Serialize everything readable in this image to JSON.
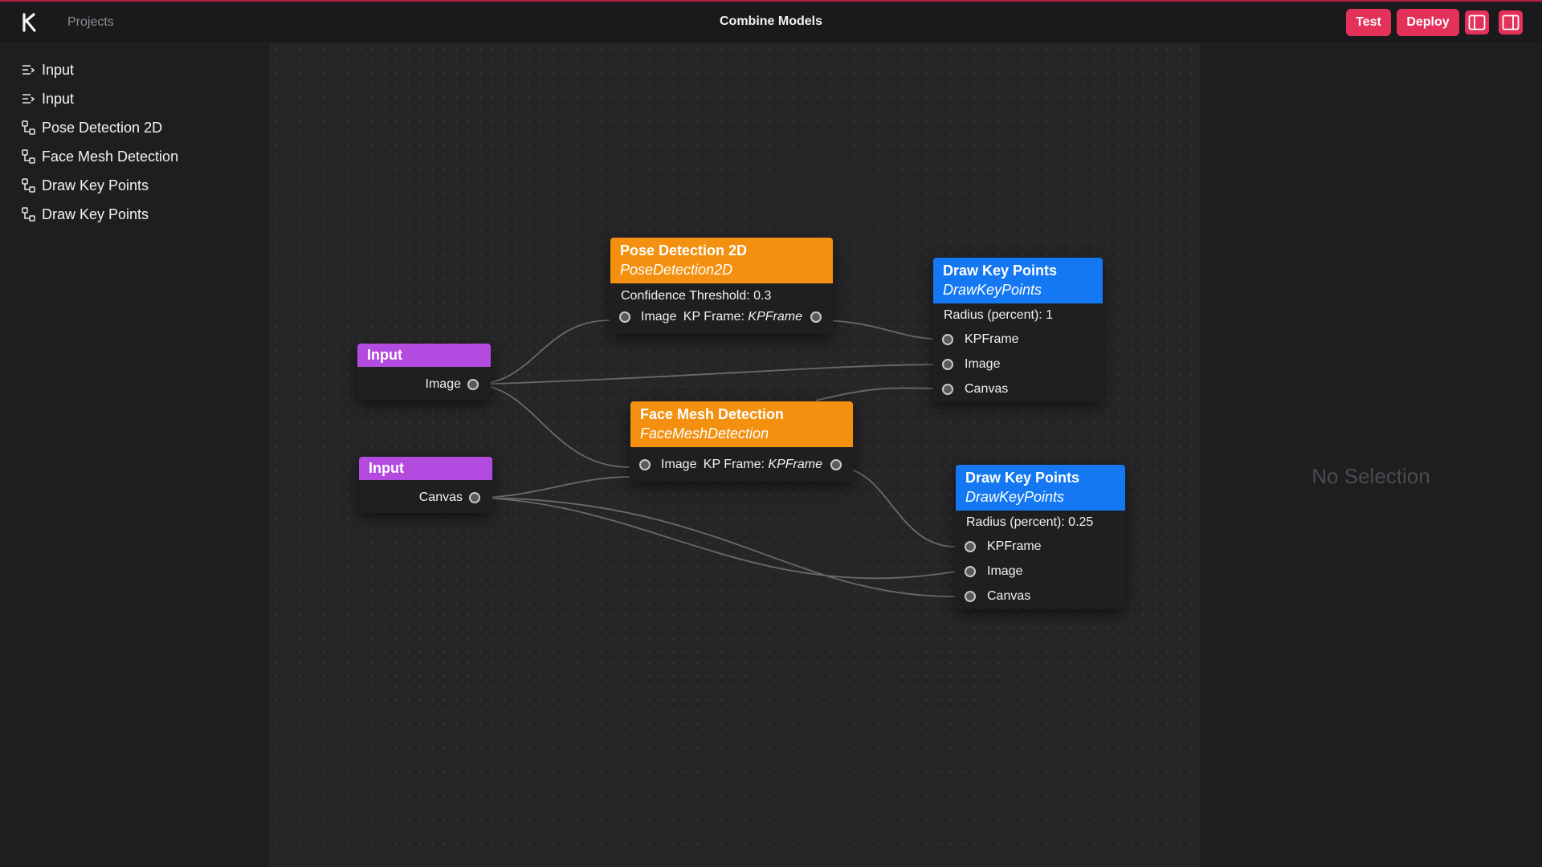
{
  "header": {
    "logo": "K",
    "projects_label": "Projects",
    "title": "Combine Models",
    "test_label": "Test",
    "deploy_label": "Deploy",
    "layout_left_icon": "left-panel-toggle-icon",
    "layout_right_icon": "right-panel-toggle-icon"
  },
  "sidebar": {
    "items": [
      {
        "label": "Input",
        "icon": "input-icon"
      },
      {
        "label": "Input",
        "icon": "input-icon"
      },
      {
        "label": "Pose Detection 2D",
        "icon": "model-node-icon"
      },
      {
        "label": "Face Mesh Detection",
        "icon": "model-node-icon"
      },
      {
        "label": "Draw Key Points",
        "icon": "model-node-icon"
      },
      {
        "label": "Draw Key Points",
        "icon": "model-node-icon"
      }
    ]
  },
  "nodes": {
    "input1": {
      "title": "Input",
      "output": "Image",
      "color": "#b44be0"
    },
    "input2": {
      "title": "Input",
      "output": "Canvas",
      "color": "#b44be0"
    },
    "pose": {
      "title": "Pose Detection 2D",
      "type": "PoseDetection2D",
      "property": "Confidence Threshold: 0.3",
      "input": "Image",
      "output_prefix": "KP Frame: ",
      "output_type": "KPFrame",
      "color": "#f3900f"
    },
    "face": {
      "title": "Face Mesh Detection",
      "type": "FaceMeshDetection",
      "input": "Image",
      "output_prefix": "KP Frame: ",
      "output_type": "KPFrame",
      "color": "#f3900f"
    },
    "draw1": {
      "title": "Draw Key Points",
      "type": "DrawKeyPoints",
      "property": "Radius (percent): 1",
      "inputs": [
        "KPFrame",
        "Image",
        "Canvas"
      ],
      "color": "#1478f2"
    },
    "draw2": {
      "title": "Draw Key Points",
      "type": "DrawKeyPoints",
      "property": "Radius (percent): 0.25",
      "inputs": [
        "KPFrame",
        "Image",
        "Canvas"
      ],
      "color": "#1478f2"
    }
  },
  "properties_panel": {
    "empty_text": "No Selection"
  }
}
